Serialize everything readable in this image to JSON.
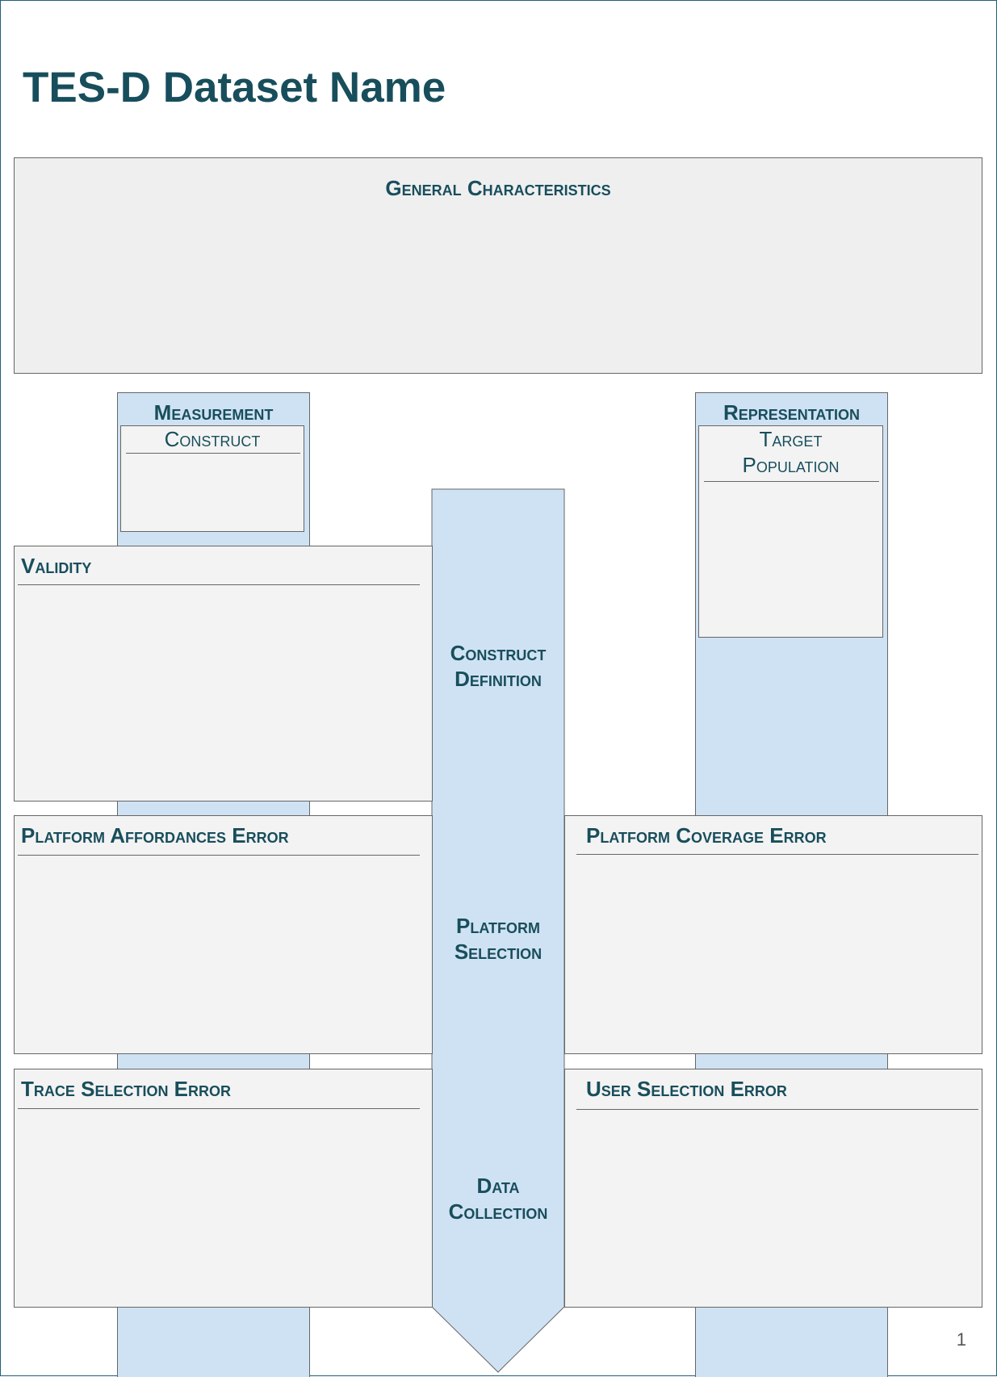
{
  "page": {
    "title": "TES-D Dataset Name",
    "page_number": "1"
  },
  "general": {
    "heading": "General Characteristics"
  },
  "measurement": {
    "heading": "Measurement",
    "construct": "Construct"
  },
  "representation": {
    "heading": "Representation",
    "target_population": "Target Population"
  },
  "center": {
    "construct_definition": "Construct Definition",
    "platform_selection": "Platform Selection",
    "data_collection": "Data Collection"
  },
  "errors": {
    "validity": "Validity",
    "platform_affordances": "Platform Affordances Error",
    "platform_coverage": "Platform Coverage Error",
    "trace_selection": "Trace Selection Error",
    "user_selection": "User Selection Error"
  },
  "colors": {
    "title_text": "#184e5c",
    "column_fill": "#cfe2f3",
    "box_fill": "#f3f3f3"
  }
}
